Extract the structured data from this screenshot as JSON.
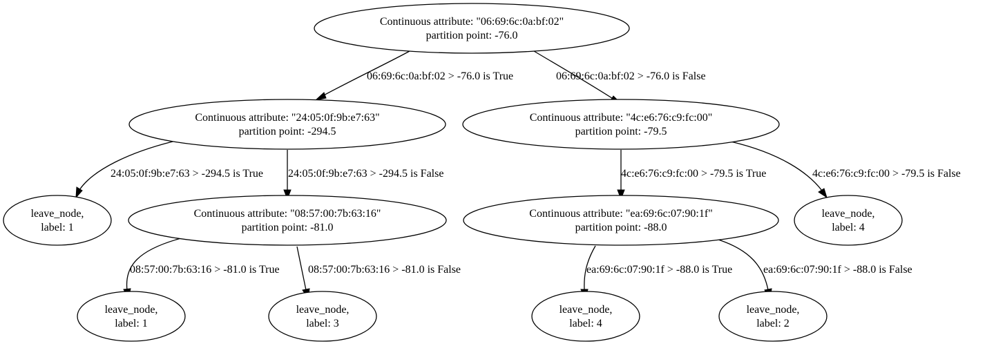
{
  "nodes": {
    "root": {
      "line1": "Continuous attribute: \"06:69:6c:0a:bf:02\"",
      "line2": "partition point: -76.0"
    },
    "left1": {
      "line1": "Continuous attribute: \"24:05:0f:9b:e7:63\"",
      "line2": "partition point: -294.5"
    },
    "right1": {
      "line1": "Continuous attribute: \"4c:e6:76:c9:fc:00\"",
      "line2": "partition point: -79.5"
    },
    "leaf_l1": {
      "line1": "leave_node,",
      "line2": "label: 1"
    },
    "left2": {
      "line1": "Continuous attribute: \"08:57:00:7b:63:16\"",
      "line2": "partition point: -81.0"
    },
    "right2": {
      "line1": "Continuous attribute: \"ea:69:6c:07:90:1f\"",
      "line2": "partition point: -88.0"
    },
    "leaf_r4": {
      "line1": "leave_node,",
      "line2": "label: 4"
    },
    "leaf_ll1": {
      "line1": "leave_node,",
      "line2": "label: 1"
    },
    "leaf_ll3": {
      "line1": "leave_node,",
      "line2": "label: 3"
    },
    "leaf_rr4": {
      "line1": "leave_node,",
      "line2": "label: 4"
    },
    "leaf_rr2": {
      "line1": "leave_node,",
      "line2": "label: 2"
    }
  },
  "edges": {
    "root_left": "06:69:6c:0a:bf:02 > -76.0 is True",
    "root_right": "06:69:6c:0a:bf:02 > -76.0 is False",
    "left1_leaf": "24:05:0f:9b:e7:63 > -294.5 is True",
    "left1_left2": "24:05:0f:9b:e7:63 > -294.5 is False",
    "right1_right2": "4c:e6:76:c9:fc:00 > -79.5 is True",
    "right1_leaf": "4c:e6:76:c9:fc:00 > -79.5 is False",
    "left2_leaf1": "08:57:00:7b:63:16 > -81.0 is True",
    "left2_leaf3": "08:57:00:7b:63:16 > -81.0 is False",
    "right2_leaf4": "ea:69:6c:07:90:1f > -88.0 is True",
    "right2_leaf2": "ea:69:6c:07:90:1f > -88.0 is False"
  }
}
